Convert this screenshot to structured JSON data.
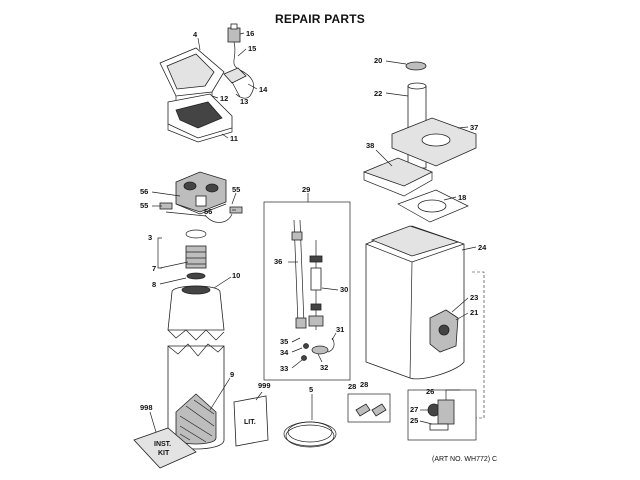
{
  "title": "REPAIR PARTS",
  "art_no": "(ART NO. WH772) C",
  "box_labels": {
    "inst_kit_line1": "INST.",
    "inst_kit_line2": "KIT",
    "lit": "LIT."
  },
  "callouts": {
    "p3": "3",
    "p4": "4",
    "p7": "7",
    "p8": "8",
    "p9": "9",
    "p10": "10",
    "p11": "11",
    "p12": "12",
    "p13": "13",
    "p14": "14",
    "p15": "15",
    "p16": "16",
    "p18": "18",
    "p20": "20",
    "p21": "21",
    "p22": "22",
    "p23": "23",
    "p24": "24",
    "p25": "25",
    "p26": "26",
    "p27": "27",
    "p28a": "28",
    "p28b": "28",
    "p29": "29",
    "p30": "30",
    "p31": "31",
    "p32": "32",
    "p33": "33",
    "p34": "34",
    "p35": "35",
    "p36": "36",
    "p37": "37",
    "p38": "38",
    "p55a": "55",
    "p55b": "55",
    "p56a": "56",
    "p56b": "56",
    "p998": "998",
    "p999": "999",
    "p5": "5"
  }
}
